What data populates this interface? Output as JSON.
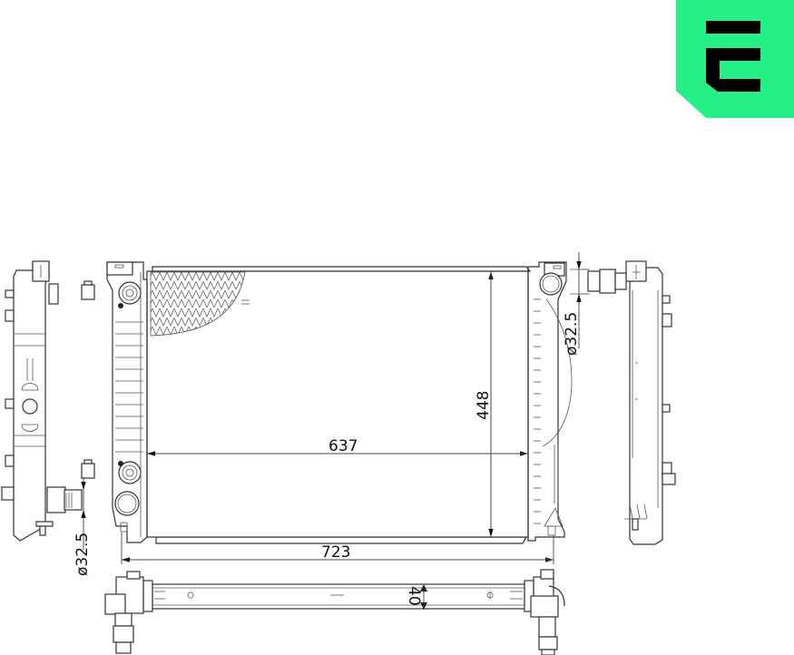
{
  "logo": {
    "brand_color": "#25F085",
    "glyph_color": "#000000",
    "icon": "brand-logo-e"
  },
  "drawing": {
    "subject": "radiator technical drawing",
    "line_color": "#333333",
    "dimensions": {
      "core_width": "637",
      "overall_width": "723",
      "core_height": "448",
      "depth": "40",
      "inlet_diameter": "ø32.5",
      "outlet_diameter": "ø32.5"
    },
    "views": [
      "left-side-view",
      "front-view",
      "right-side-view",
      "bottom-view"
    ]
  }
}
